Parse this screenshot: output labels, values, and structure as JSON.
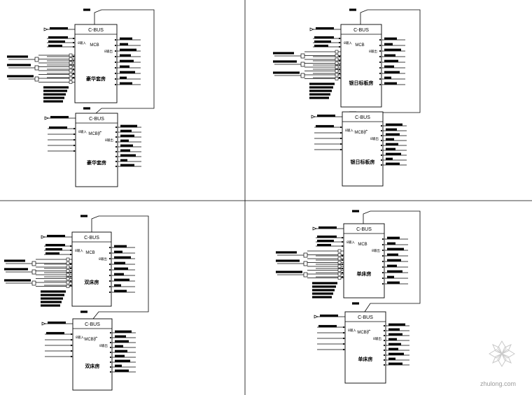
{
  "panels": [
    {
      "id": "deluxe-suite",
      "modules": [
        {
          "bus_label": "C-BUS",
          "mcb_label": "MCB",
          "input_label": "8输入",
          "output_label": "8输出",
          "room_label": "豪华套房"
        },
        {
          "bus_label": "C-BUS",
          "mcb_label": "MCB扩",
          "input_label": "8输入",
          "output_label": "8输出",
          "room_label": "豪华套房"
        }
      ]
    },
    {
      "id": "silver-executive",
      "modules": [
        {
          "bus_label": "C-BUS",
          "mcb_label": "MCB",
          "input_label": "8输入",
          "output_label": "8输出",
          "room_label": "银日标板房"
        },
        {
          "bus_label": "C-BUS",
          "mcb_label": "MCB扩",
          "input_label": "8输入",
          "output_label": "8输出",
          "room_label": "银日标板房"
        }
      ]
    },
    {
      "id": "double-room",
      "modules": [
        {
          "bus_label": "C-BUS",
          "mcb_label": "MCB",
          "input_label": "8输入",
          "output_label": "8输出",
          "room_label": "双床房"
        },
        {
          "bus_label": "C-BUS",
          "mcb_label": "MCB扩",
          "input_label": "8输入",
          "output_label": "8输出",
          "room_label": "双床房"
        }
      ]
    },
    {
      "id": "single-room",
      "modules": [
        {
          "bus_label": "C-BUS",
          "mcb_label": "MCB",
          "input_label": "8输入",
          "output_label": "8输出",
          "room_label": "单床房"
        },
        {
          "bus_label": "C-BUS",
          "mcb_label": "MCB扩",
          "input_label": "8输入",
          "output_label": "8输出",
          "room_label": "单床房"
        }
      ]
    }
  ],
  "watermark": {
    "text": "zhulong.com",
    "logo": "zhulong-flower-logo"
  }
}
